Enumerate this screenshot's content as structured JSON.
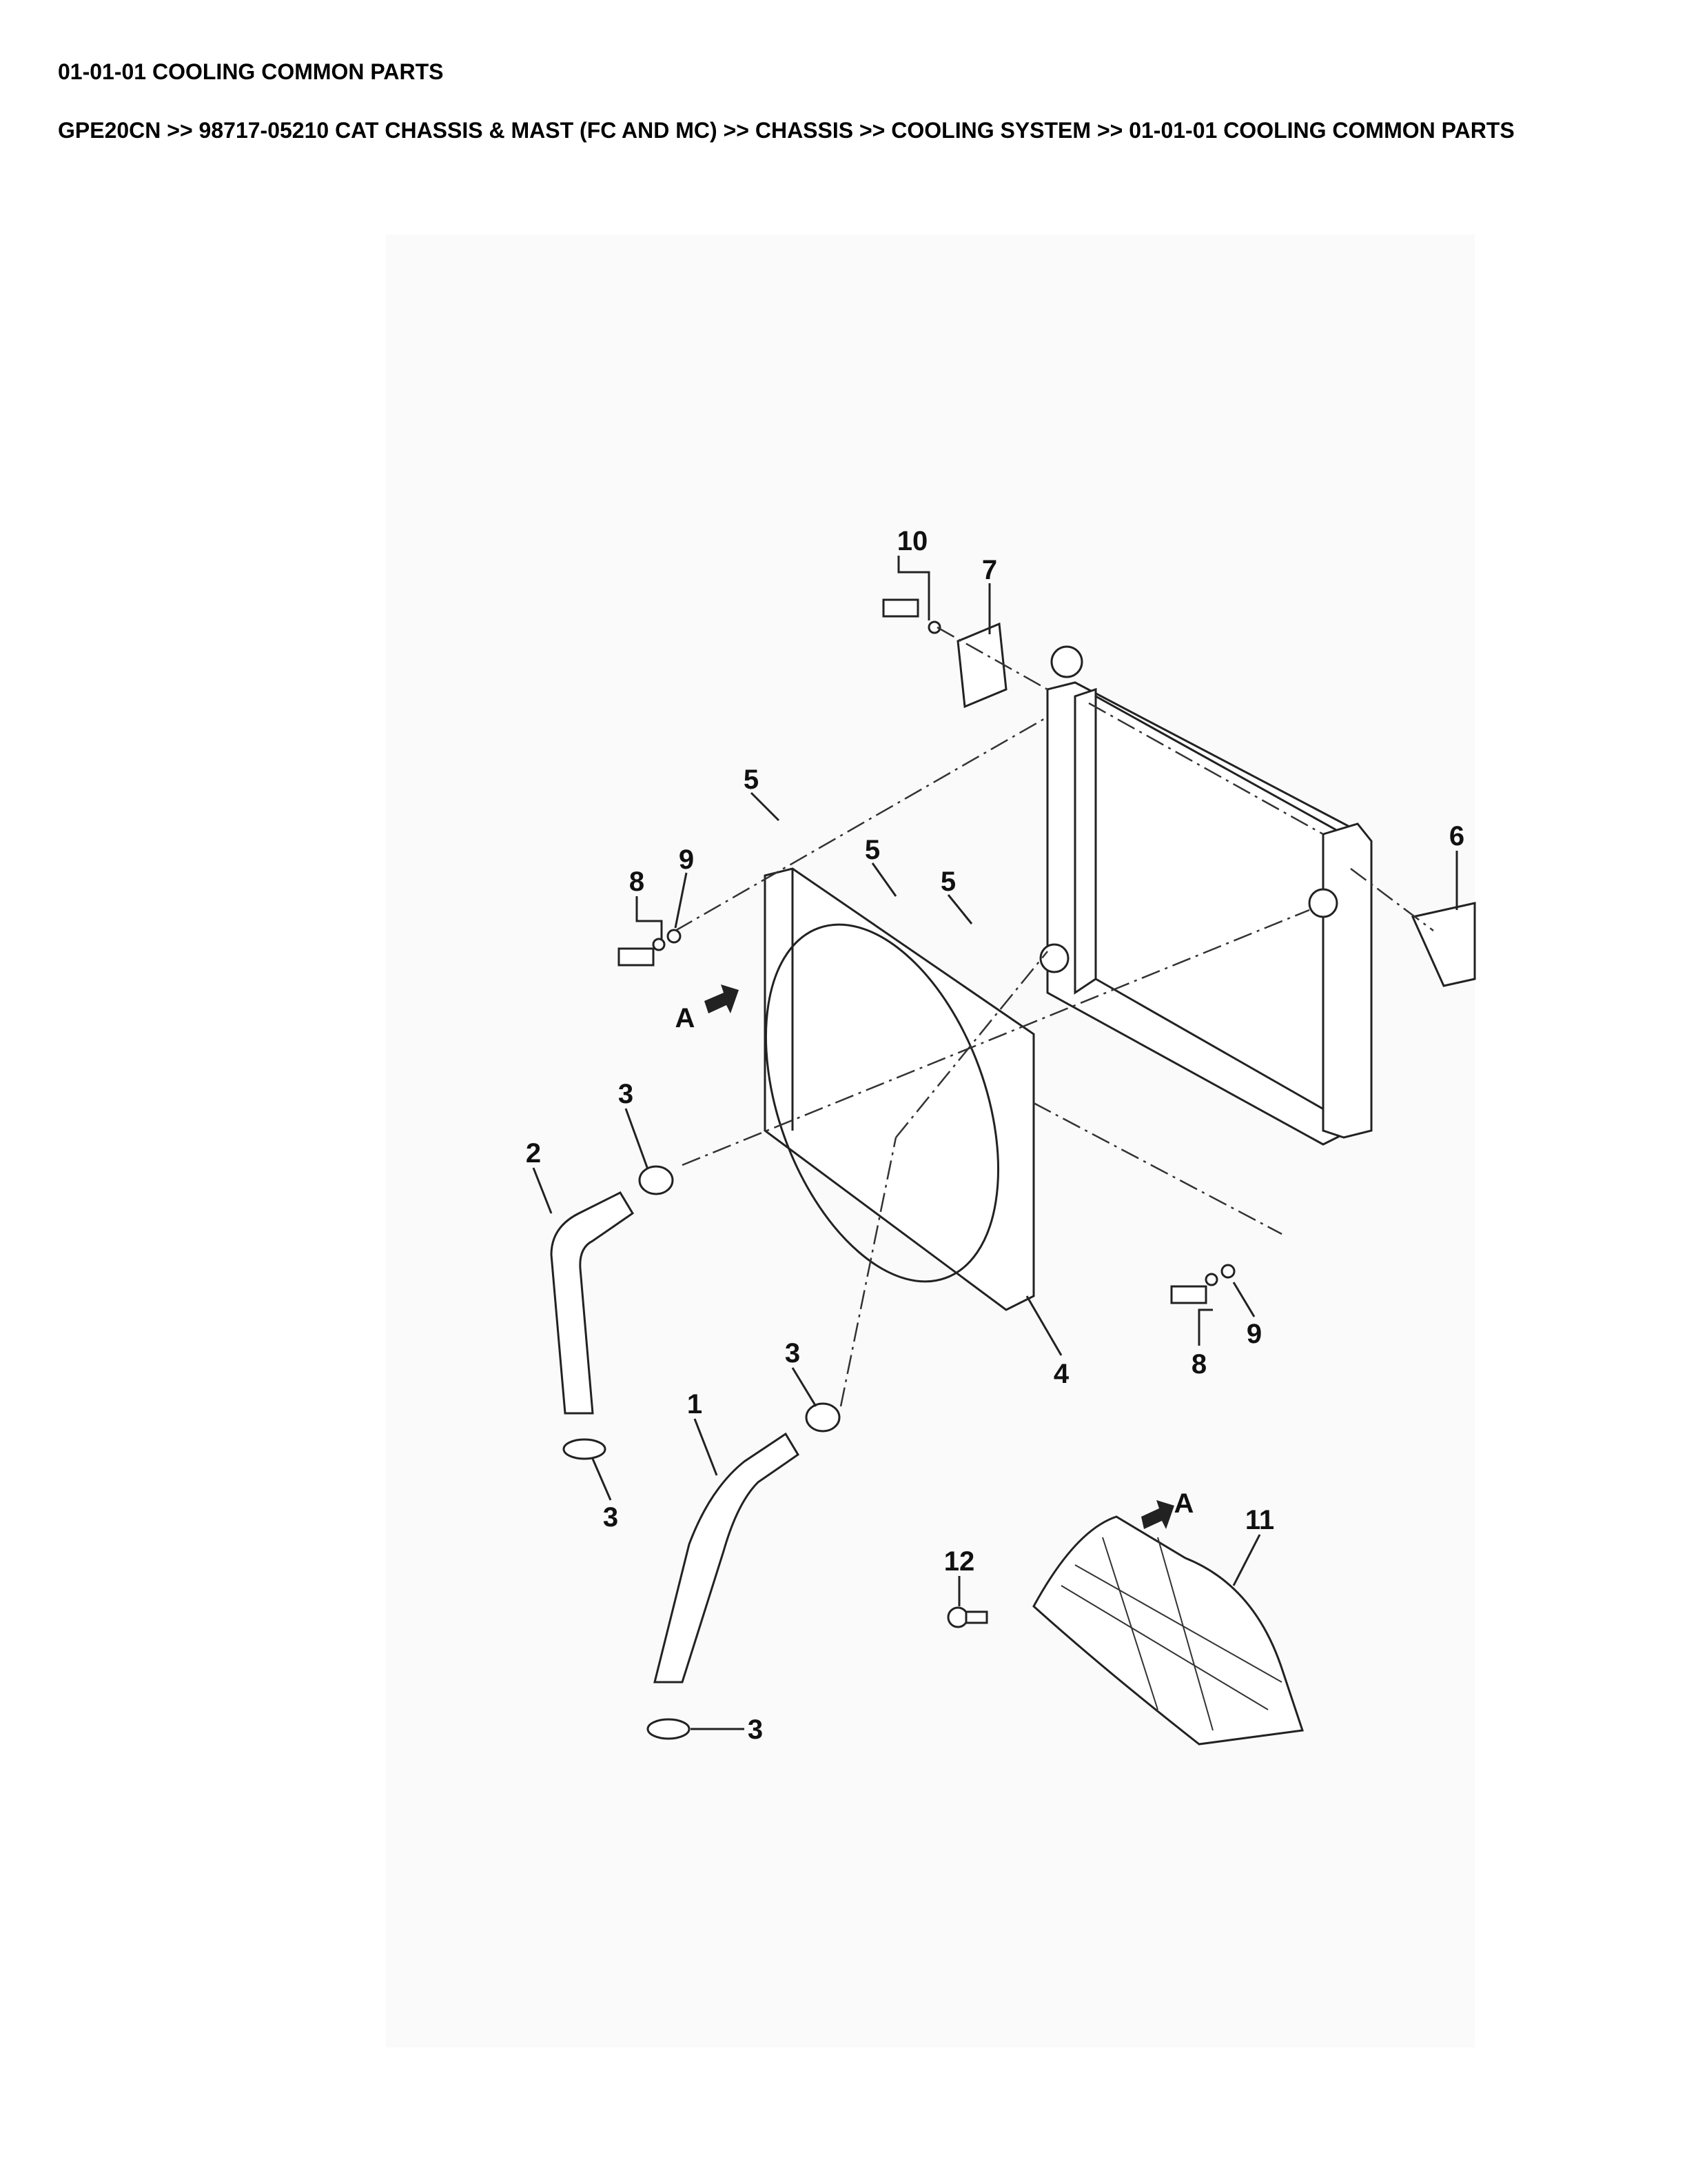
{
  "page": {
    "title": "01-01-01 COOLING COMMON PARTS",
    "breadcrumb": "GPE20CN >> 98717-05210 CAT CHASSIS & MAST (FC AND MC) >> CHASSIS >> COOLING SYSTEM >> 01-01-01 COOLING COMMON PARTS"
  },
  "diagram": {
    "callouts": {
      "c10": "10",
      "c7": "7",
      "c5a": "5",
      "c5b": "5",
      "c5c": "5",
      "c8a": "8",
      "c9a": "9",
      "c6": "6",
      "cA1": "A",
      "c3a": "3",
      "c2": "2",
      "c4": "4",
      "c8b": "8",
      "c9b": "9",
      "c3b": "3",
      "c1": "1",
      "c3c": "3",
      "c11": "11",
      "c12": "12",
      "cA2": "A",
      "c3d": "3"
    }
  }
}
